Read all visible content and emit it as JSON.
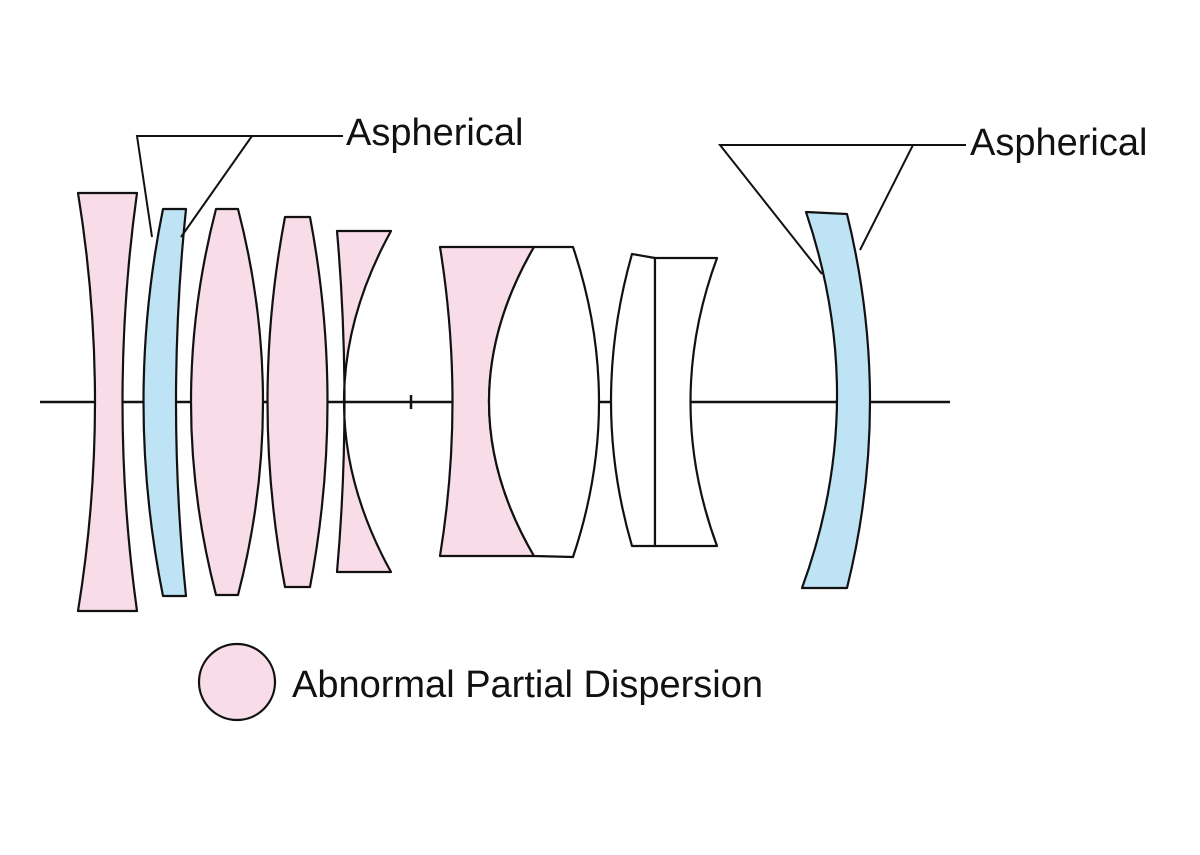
{
  "colors": {
    "apd_fill": "#f8dce8",
    "aspherical_fill": "#bde3f5",
    "plain_fill": "#ffffff",
    "outline": "#111111"
  },
  "labels": {
    "aspherical_front": "Aspherical",
    "aspherical_rear": "Aspherical"
  },
  "legend": {
    "swatch_color_name": "abnormal-partial-dispersion",
    "text": "Abnormal Partial Dispersion"
  },
  "lens_elements": [
    {
      "id": 1,
      "material": "abnormal-partial-dispersion"
    },
    {
      "id": 2,
      "material": "aspherical"
    },
    {
      "id": 3,
      "material": "abnormal-partial-dispersion"
    },
    {
      "id": 4,
      "material": "abnormal-partial-dispersion"
    },
    {
      "id": 5,
      "material": "abnormal-partial-dispersion"
    },
    {
      "id": 6,
      "material": "abnormal-partial-dispersion"
    },
    {
      "id": 7,
      "material": "plain"
    },
    {
      "id": 8,
      "material": "plain"
    },
    {
      "id": 9,
      "material": "plain"
    },
    {
      "id": 10,
      "material": "aspherical"
    }
  ]
}
